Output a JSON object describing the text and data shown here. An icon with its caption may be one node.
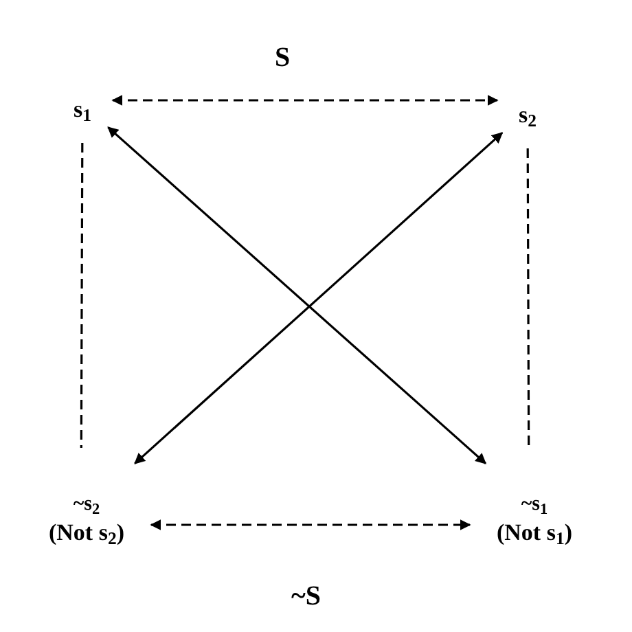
{
  "diagram": {
    "nodes": [
      {
        "text": [
          "s$_{1}$"
        ]
      },
      {
        "text": [
          "s$_{2}$"
        ]
      },
      {
        "text": [
          "~s$_{2}$",
          "(Not s$_{2}$)"
        ]
      },
      {
        "text": [
          "~s$_{1}$",
          "(Not s$_{1}$)"
        ]
      }
    ],
    "edges": [
      {
        "from": 0,
        "to": 1,
        "arrow": "both",
        "style": "dashed"
      },
      {
        "from": 2,
        "to": 3,
        "arrow": "both",
        "style": "dashed"
      },
      {
        "from": 0,
        "to": 3,
        "arrow": "both"
      },
      {
        "from": 1,
        "to": 2,
        "arrow": "both"
      },
      {
        "from": 0,
        "to": 2,
        "arrow": "none",
        "style": "dashed"
      },
      {
        "from": 1,
        "to": 3,
        "arrow": "none",
        "style": "dashed"
      }
    ],
    "labels": [
      "S",
      "~S"
    ]
  }
}
